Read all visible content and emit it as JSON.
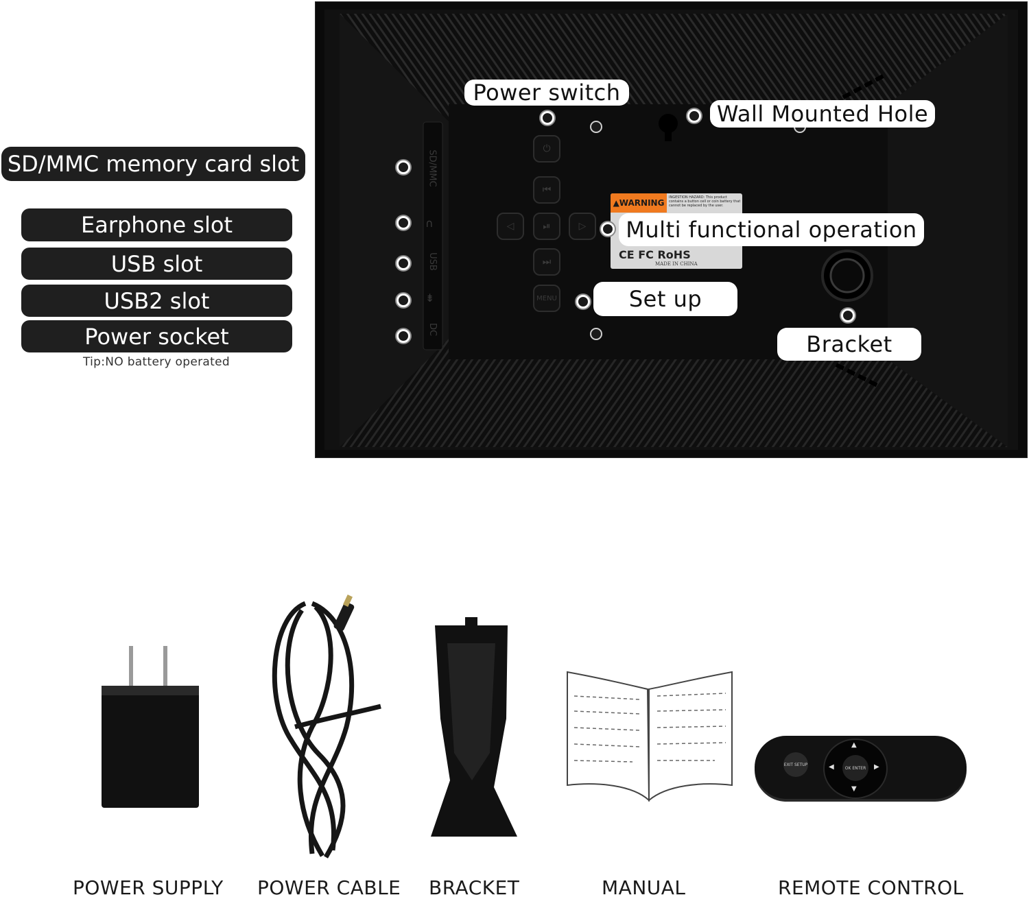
{
  "left_labels": {
    "sd_slot": "SD/MMC memory card slot",
    "earphone": "Earphone slot",
    "usb": "USB slot",
    "usb2": "USB2 slot",
    "power_socket": "Power socket",
    "tip": "Tip:NO battery operated"
  },
  "device_callouts": {
    "power_switch": "Power switch",
    "wall_hole": "Wall Mounted Hole",
    "multi_operation": "Multi functional operation",
    "setup": "Set up",
    "bracket": "Bracket"
  },
  "device_port_labels": {
    "sd": "SD/MMC",
    "usb": "USB",
    "dc": "DC",
    "menu": "MENU"
  },
  "sticker": {
    "warning": "WARNING",
    "hazard": "INGESTION HAZARD: This product contains a button cell or coin battery that cannot be replaced by the user.",
    "marks": "CE FC RoHS",
    "made_in": "MADE IN CHINA"
  },
  "accessories": {
    "power_supply": "POWER SUPPLY",
    "power_cable": "POWER CABLE",
    "bracket": "BRACKET",
    "manual": "MANUAL",
    "remote": "REMOTE CONTROL"
  },
  "remote_buttons": {
    "exit": "EXIT SETUP",
    "ok": "OK ENTER"
  },
  "colors": {
    "device_body": "#0b0b0b",
    "pill_bg": "#1f1f1f",
    "warning_orange": "#f07a1f"
  }
}
